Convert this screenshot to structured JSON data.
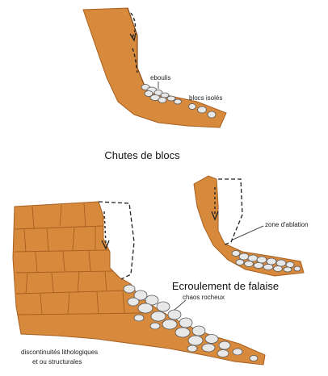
{
  "labels": {
    "eboulis": "eboulis",
    "blocs_isoles": "blocs isolés",
    "chutes_de_blocs": "Chutes de blocs",
    "zone_d_ablation": "zone d'ablation",
    "ecroulement_de_falaise": "Ecroulement de falaise",
    "chaos_rocheux": "chaos rocheux",
    "discontinuites_line1": "discontinuités lithologiques",
    "discontinuites_line2": "et ou structurales"
  },
  "colors": {
    "slope": "#d78a3c",
    "slope_edge": "#a85f1f",
    "rock_fill": "#e8e8e8",
    "rock_edge": "#5a5a5a",
    "guide_line": "#222222"
  }
}
